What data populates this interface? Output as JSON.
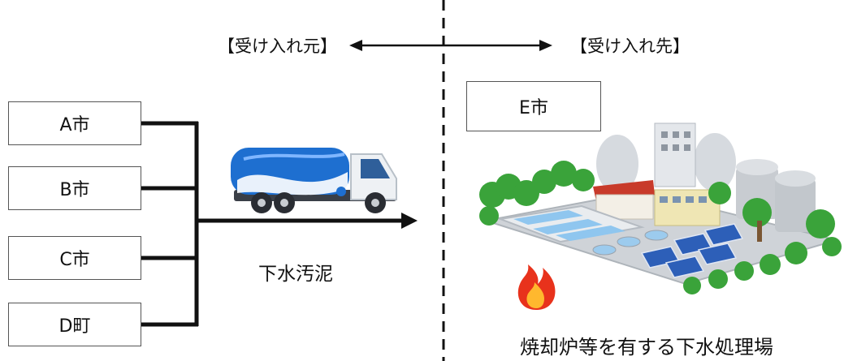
{
  "header": {
    "source_label": "【受け入れ元】",
    "destination_label": "【受け入れ先】"
  },
  "sources": [
    {
      "label": "A市"
    },
    {
      "label": "B市"
    },
    {
      "label": "C市"
    },
    {
      "label": "D町"
    }
  ],
  "destination": {
    "label": "E市"
  },
  "flow_label": "下水汚泥",
  "facility_caption": "焼却炉等を有する下水処理場",
  "colors": {
    "truck_tank": "#1e6fd0",
    "truck_cab": "#eef1f4",
    "tree": "#3aa33a",
    "flame": "#e8321c",
    "solar": "#2d5fb8"
  },
  "icons": [
    "sludge-truck-icon",
    "sewage-plant-icon",
    "fire-icon"
  ]
}
